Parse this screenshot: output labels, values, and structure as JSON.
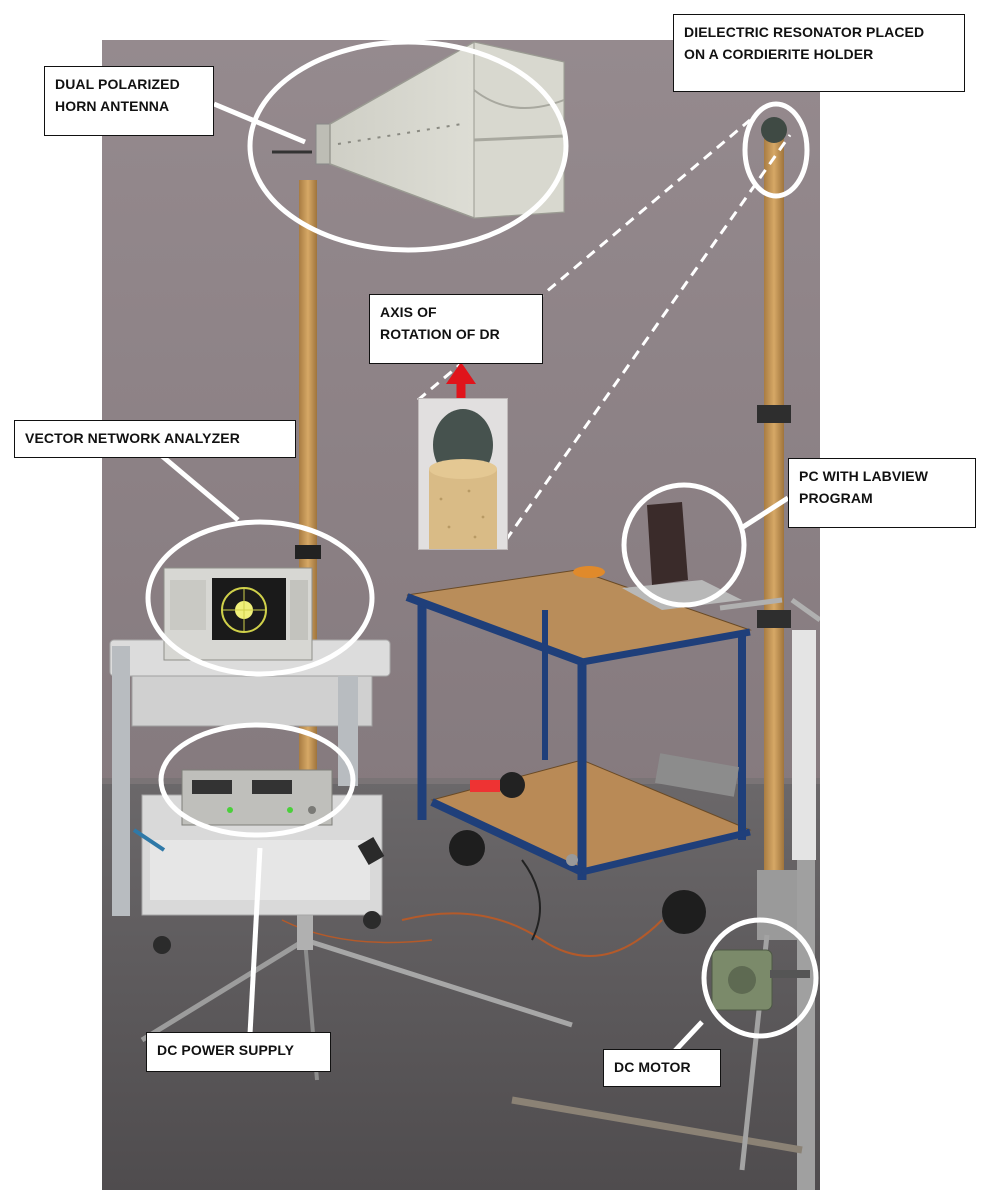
{
  "figure": {
    "labels": {
      "horn_antenna": "DUAL POLARIZED\nHORN ANTENNA",
      "dielectric_resonator": "DIELECTRIC RESONATOR PLACED\nON A CORDIERITE HOLDER",
      "axis_of_rotation": "AXIS OF\nROTATION OF DR",
      "vector_network_analyzer": "VECTOR NETWORK ANALYZER",
      "pc_labview": "PC WITH LABVIEW\nPROGRAM",
      "dc_power_supply": "DC POWER SUPPLY",
      "dc_motor": "DC MOTOR"
    },
    "colors": {
      "wall": "#8e8185",
      "floor": "#5e5b5d",
      "mast_wood": "#c79a5a",
      "cart_frame": "#1f3f7a",
      "cart_top": "#b78a58",
      "callout_ring": "#ffffff",
      "arrow": "#e0141b"
    }
  }
}
